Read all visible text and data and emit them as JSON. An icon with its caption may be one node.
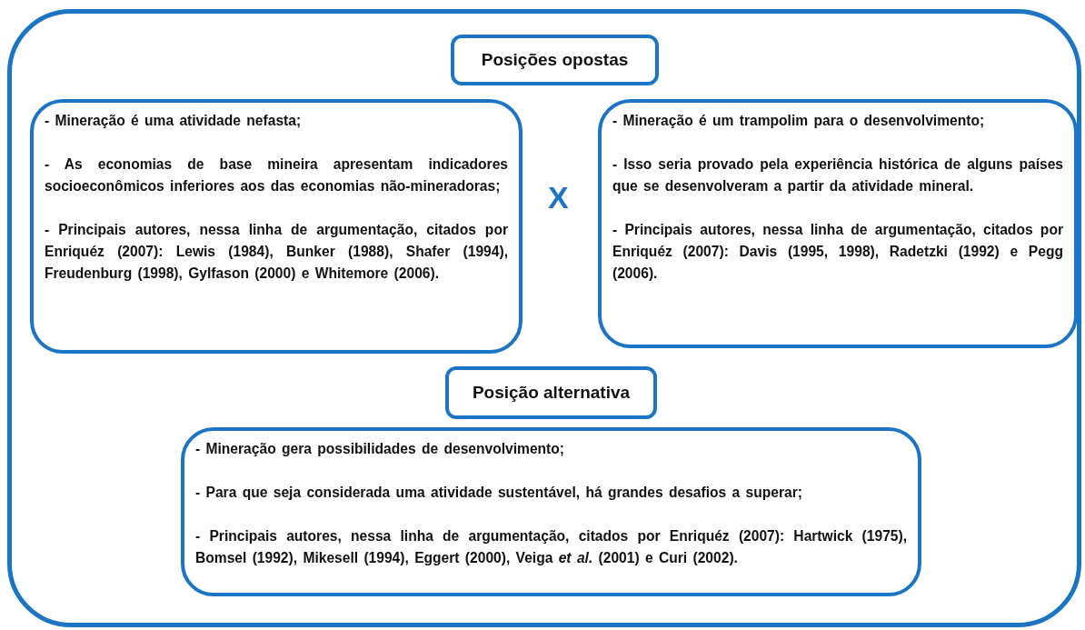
{
  "diagram": {
    "nodes": [
      {
        "text": [],
        "shape": "box"
      },
      {
        "text": [
          "Posições opostas"
        ],
        "in": 0
      },
      {
        "text": [
          "- Mineração é uma atividade nefasta;",
          "- As economias de base mineira apresentam indicadores socioeconômicos inferiores aos das economias não-mineradoras;",
          "- Principais autores, nessa linha de argumentação, citados por Enriquéz (2007): Lewis (1984), Bunker (1988), Shafer (1994), Freudenburg (1998), Gylfason (2000) e Whitemore (2006)."
        ],
        "in": 0
      },
      {
        "text": [
          "- Mineração é um trampolim para o desenvolvimento;",
          "- Isso seria provado pela experiência histórica de alguns países que se desenvolveram a partir da atividade mineral.",
          "- Principais autores, nessa linha de argumentação, citados por Enriquéz (2007): Davis (1995, 1998), Radetzki (1992) e Pegg (2006)."
        ],
        "in": 0
      },
      {
        "text": [
          "Posição alternativa"
        ],
        "in": 0
      },
      {
        "text": [
          "- Mineração gera possibilidades de desenvolvimento;",
          "- Para que seja considerada uma atividade sustentável, há grandes desafios a superar;",
          "- Principais autores, nessa linha de argumentação, citados por Enriquéz (2007): Hartwick (1975), Bomsel (1992), Mikesell (1994), Eggert (2000), Veiga *et al.* (2001) e Curi (2002)."
        ],
        "in": 0
      }
    ],
    "edges": [],
    "labels": [
      "X"
    ]
  }
}
